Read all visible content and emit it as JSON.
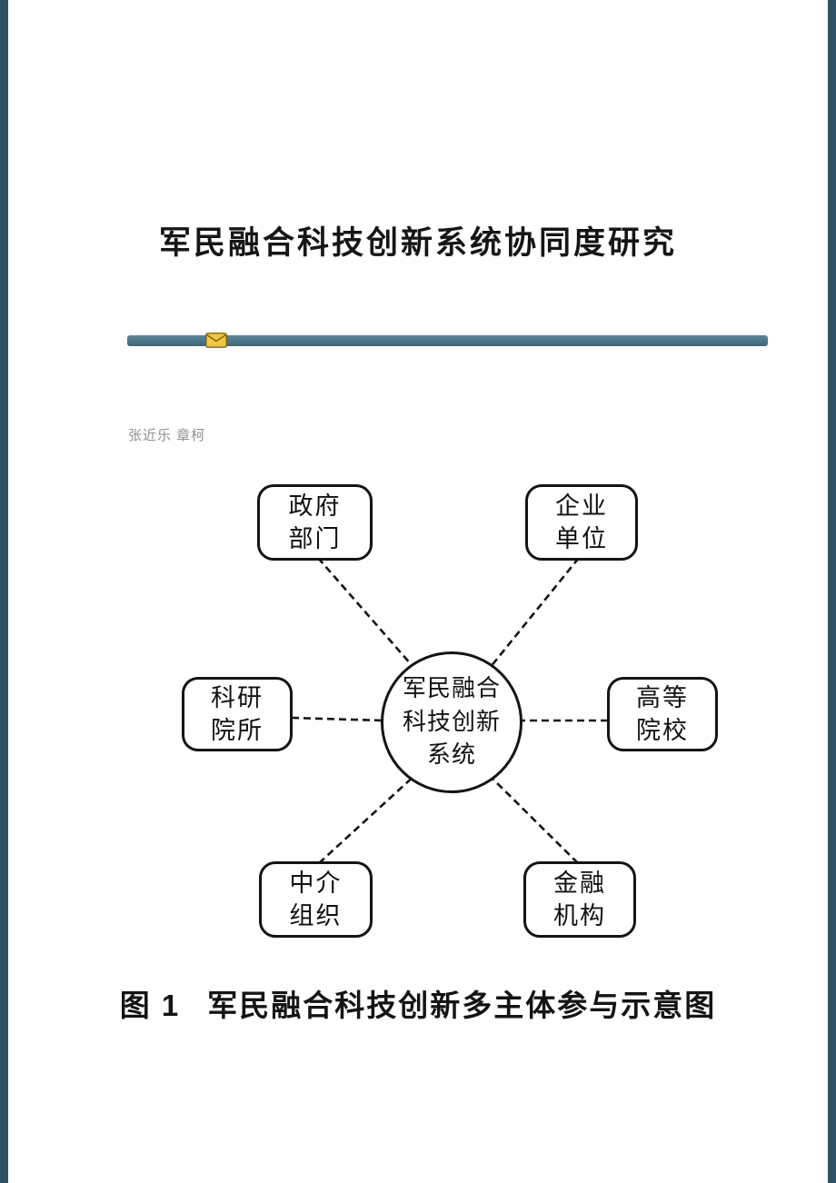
{
  "page": {
    "title": "军民融合科技创新系统协同度研究",
    "authors": "张近乐 章柯"
  },
  "figure": {
    "caption_label": "图 1",
    "caption_text": "军民融合科技创新多主体参与示意图"
  },
  "diagram": {
    "center": {
      "line1": "军民融合",
      "line2": "科技创新",
      "line3": "系统"
    },
    "nodes": [
      {
        "name": "government",
        "line1": "政府",
        "line2": "部门"
      },
      {
        "name": "enterprise",
        "line1": "企业",
        "line2": "单位"
      },
      {
        "name": "research-institute",
        "line1": "科研",
        "line2": "院所"
      },
      {
        "name": "university",
        "line1": "高等",
        "line2": "院校"
      },
      {
        "name": "intermediary",
        "line1": "中介",
        "line2": "组织"
      },
      {
        "name": "financial",
        "line1": "金融",
        "line2": "机构"
      }
    ]
  },
  "icons": {
    "divider_icon": "envelope-icon"
  },
  "colors": {
    "side_bar": "#2e5166",
    "divider": "#3c677c",
    "divider_icon_fill": "#f0c73d",
    "node_border": "#141414"
  }
}
